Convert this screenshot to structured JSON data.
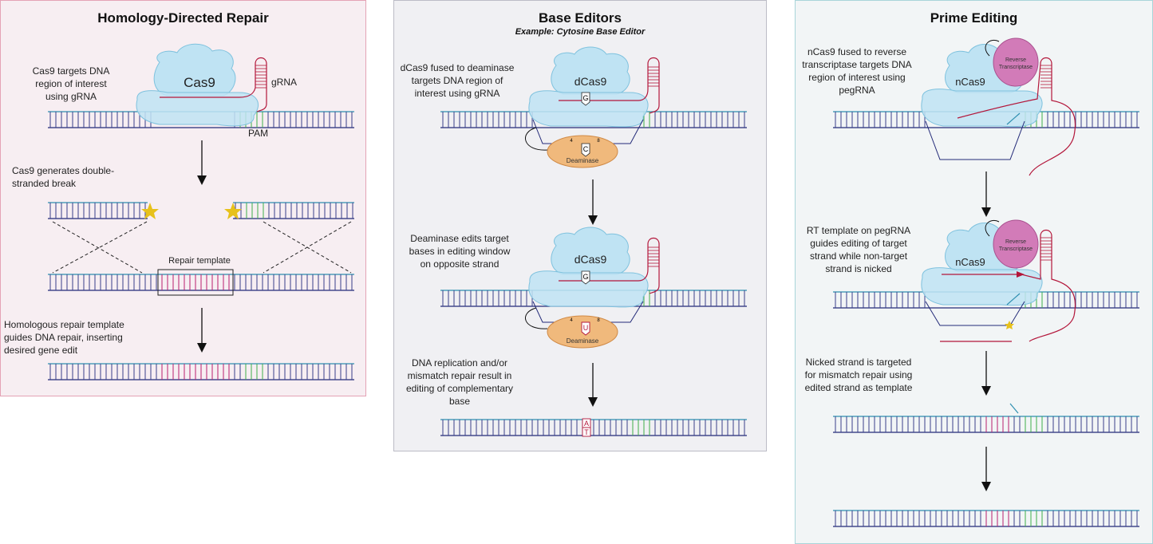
{
  "panels": [
    {
      "title": "Homology-Directed Repair",
      "steps": [
        "Cas9 targets DNA region of interest using gRNA",
        "Cas9 generates double-stranded break",
        "Homologous repair template guides DNA repair, inserting desired gene edit"
      ],
      "labels": {
        "enzyme": "Cas9",
        "guide": "gRNA",
        "pam": "PAM",
        "template": "Repair template"
      }
    },
    {
      "title": "Base Editors",
      "subtitle": "Example: Cytosine Base Editor",
      "steps": [
        "dCas9 fused to deaminase targets DNA region of interest using gRNA",
        "Deaminase edits target bases in editing window on opposite strand",
        "DNA replication and/or mismatch repair result in editing of complementary base"
      ],
      "labels": {
        "enzyme": "dCas9",
        "deaminase": "Deaminase",
        "pos_start": "4",
        "pos_end": "8",
        "base_g": "G",
        "base_c": "C",
        "base_u": "U",
        "base_a": "A",
        "base_t": "T"
      }
    },
    {
      "title": "Prime Editing",
      "steps": [
        "nCas9 fused to reverse transcriptase targets DNA region of interest using pegRNA",
        "RT template on pegRNA guides editing of target strand while non-target strand is nicked",
        "Nicked strand is targeted for mismatch repair using edited strand as template"
      ],
      "labels": {
        "enzyme": "nCas9",
        "rt_line1": "Reverse",
        "rt_line2": "Transcriptase"
      }
    }
  ],
  "colors": {
    "panel1_bg": "#f7eef2",
    "panel1_border": "#e4a2b5",
    "panel2_bg": "#f0f0f3",
    "panel2_border": "#bcbcc6",
    "panel3_bg": "#f2f5f6",
    "panel3_border": "#a9d5d9",
    "dna_top": "#2e8fb0",
    "dna_bottom": "#232a78",
    "rung": "#3a3f8a",
    "pam": "#3fae4a",
    "edit": "#b81e6e",
    "rna": "#b3163a",
    "cas9": "#bfe3f3",
    "deaminase": "#f0b97c",
    "rt": "#d27bb8",
    "star": "#e7c11b"
  }
}
